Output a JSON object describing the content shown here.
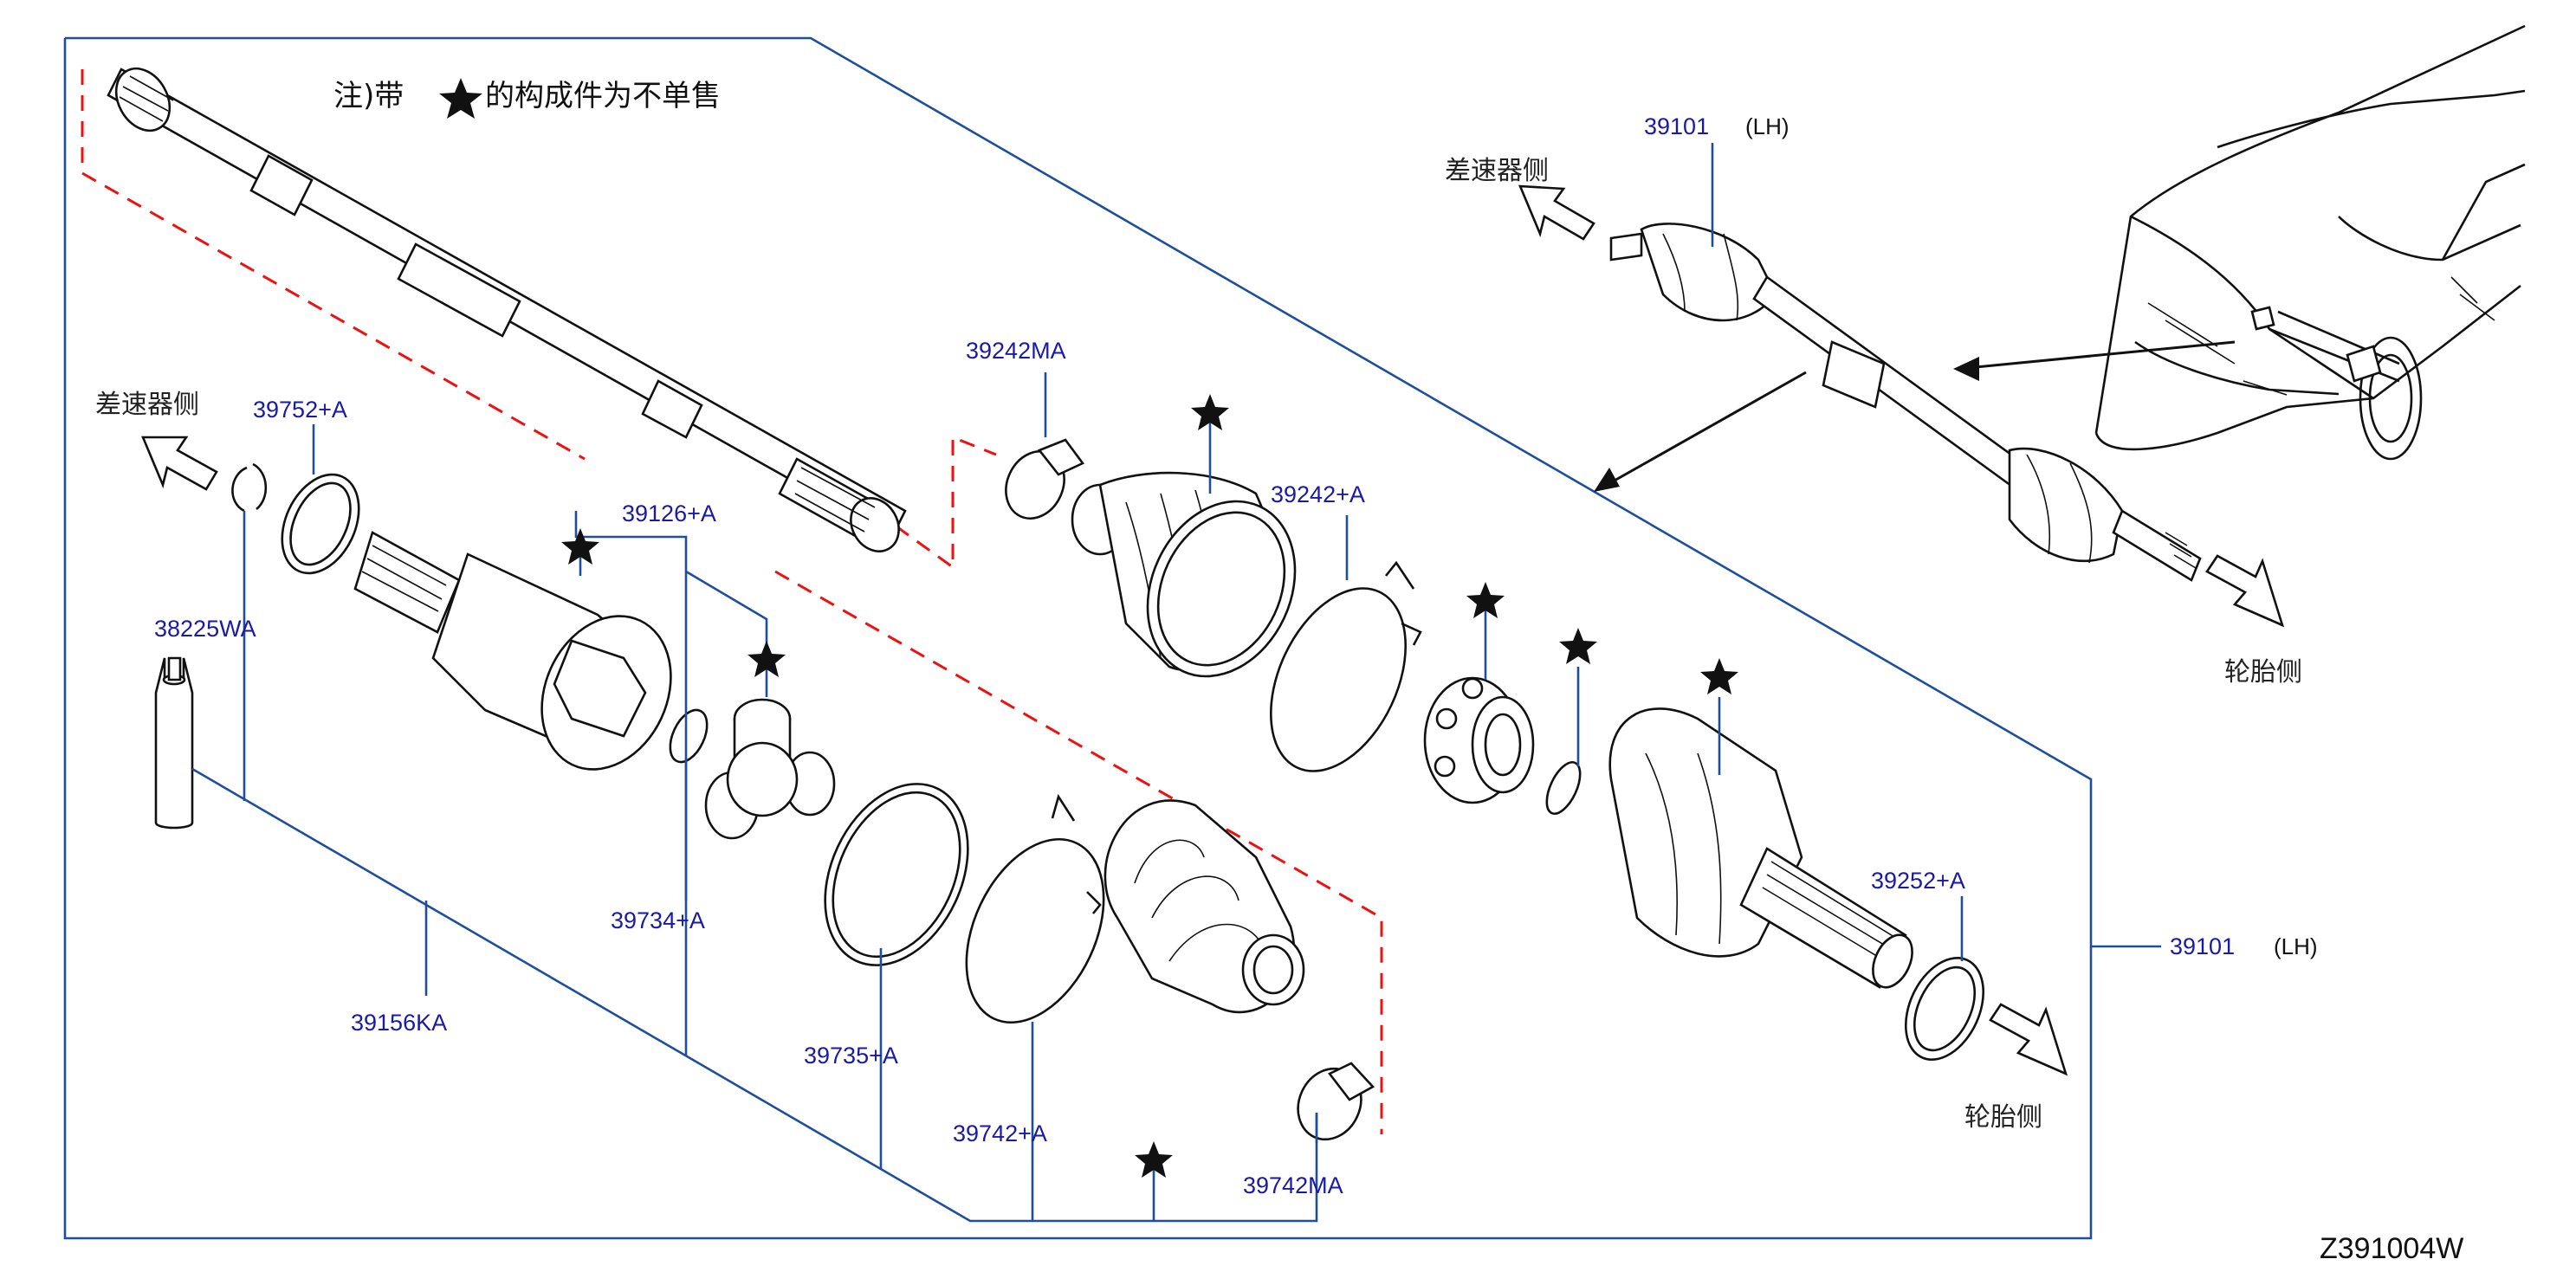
{
  "note": {
    "prefix": "注)带",
    "suffix": "的构成件为不单售"
  },
  "directions": {
    "diff_side_left": "差速器侧",
    "diff_side_inset": "差速器侧",
    "wheel_side_inset": "轮胎侧",
    "wheel_side_main": "轮胎侧"
  },
  "parts": {
    "p39752A": "39752+A",
    "p38225WA": "38225WA",
    "p39126A": "39126+A",
    "p39734A": "39734+A",
    "p39156KA": "39156KA",
    "p39735A": "39735+A",
    "p39742A": "39742+A",
    "p39742MA": "39742MA",
    "p39242MA": "39242MA",
    "p39242A": "39242+A",
    "p39252A": "39252+A",
    "p39101_main": "39101",
    "p39101_inset": "39101"
  },
  "side": {
    "lh_main": "(LH)",
    "lh_inset": "(LH)"
  },
  "diagram_code": "Z391004W",
  "colors": {
    "callout_text": "#1a1aa8",
    "leader_line": "#1f4e9c",
    "dashed_guide": "#e11111"
  }
}
